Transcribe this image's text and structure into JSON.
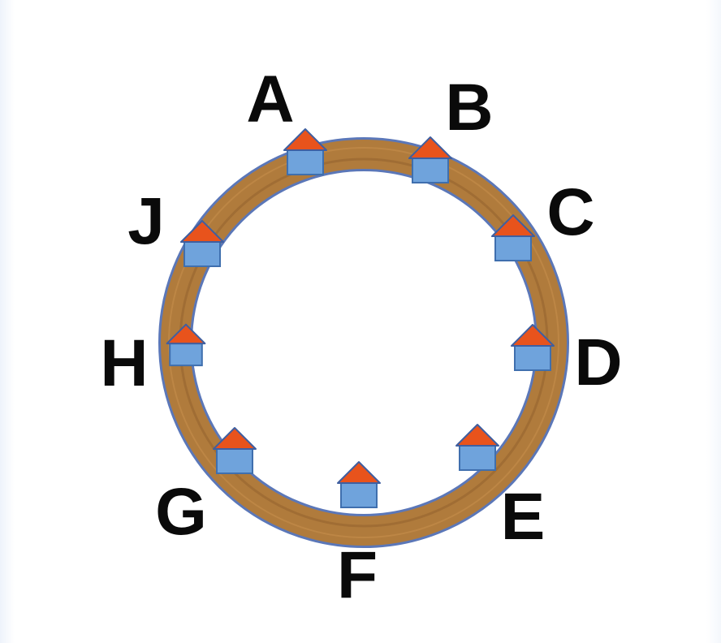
{
  "diagram": {
    "road_color": "#b07b3c",
    "road_edge_color": "#5b77b8",
    "roof_color": "#e8531c",
    "wall_color": "#6fa3dc",
    "houses": [
      {
        "label": "A"
      },
      {
        "label": "B"
      },
      {
        "label": "C"
      },
      {
        "label": "D"
      },
      {
        "label": "E"
      },
      {
        "label": "F"
      },
      {
        "label": "G"
      },
      {
        "label": "H"
      },
      {
        "label": "J"
      }
    ]
  }
}
